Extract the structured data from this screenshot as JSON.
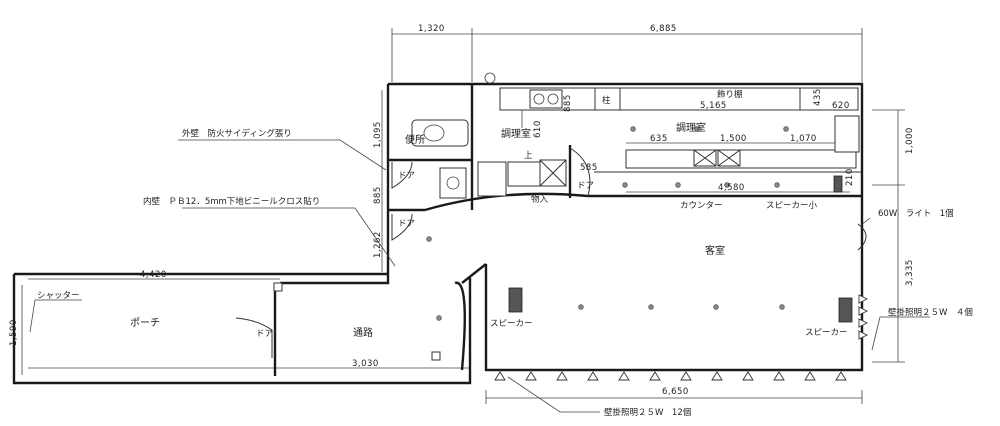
{
  "labels": {
    "exterior_wall": "外壁　防火サイディング張り",
    "interior_wall": "内壁　ＰＢ12．5mm下地ビニールクロス貼り",
    "shutter": "シャッター",
    "porch": "ポーチ",
    "passage": "通路",
    "door": "ドア",
    "toilet": "便所",
    "kitchen_upper": "調理室",
    "kitchen_main": "調理室",
    "pillar": "柱",
    "display_shelf": "飾り棚",
    "storage": "物入",
    "guest_room": "客室",
    "counter": "カウンター",
    "speaker_small": "スピーカー小",
    "speaker_left": "スピーカー",
    "speaker_right": "スピーカー",
    "light_note": "60W　ライト　1個",
    "wall_light_right": "壁掛照明２５W　４個",
    "wall_light_bottom": "壁掛照明２５W　12個",
    "up_mark": "上"
  },
  "dimensions": {
    "top_left": "1,320",
    "top_right": "6,885",
    "shelf_width": "5,165",
    "shelf_depth": "435",
    "right_620": "620",
    "right_1000": "1,000",
    "kitchen_610": "610",
    "kitchen_885": "885",
    "kitchen_635": "635",
    "kitchen_1500": "1,500",
    "kitchen_1070": "1,070",
    "counter_585": "585",
    "counter_4580": "4,580",
    "counter_210": "210",
    "left_1095": "1,095",
    "left_885": "885",
    "left_1262": "1,262",
    "porch_4420": "4,420",
    "porch_1590": "1,590",
    "passage_3030": "3,030",
    "guest_3335": "3,335",
    "guest_6650": "6,650"
  }
}
